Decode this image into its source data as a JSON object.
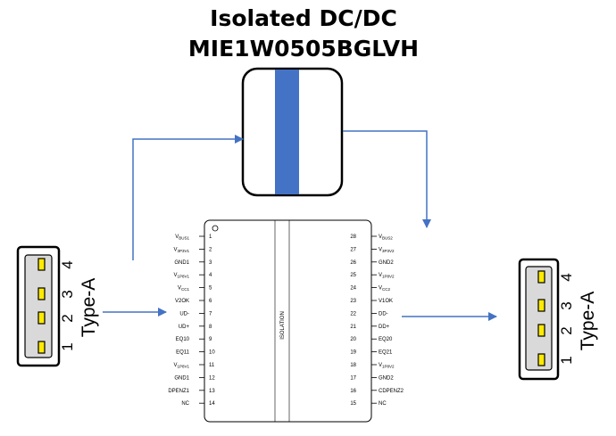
{
  "title_line1": "Isolated  DC/DC",
  "title_line2": "MIE1W0505BGLVH",
  "isolation_label": "ISOLATION",
  "left_port": {
    "type_label": "Type-A",
    "pins": [
      "1",
      "2",
      "3",
      "4"
    ]
  },
  "right_port": {
    "type_label": "Type-A",
    "pins": [
      "1",
      "2",
      "3",
      "4"
    ]
  },
  "left_pins": [
    {
      "num": "1",
      "label": "V",
      "sub": "BUS1"
    },
    {
      "num": "2",
      "label": "V",
      "sub": "3P3V1"
    },
    {
      "num": "3",
      "label": "GND1",
      "sub": ""
    },
    {
      "num": "4",
      "label": "V",
      "sub": "1P8V1"
    },
    {
      "num": "5",
      "label": "V",
      "sub": "CC1"
    },
    {
      "num": "6",
      "label": "V2OK",
      "sub": ""
    },
    {
      "num": "7",
      "label": "UD-",
      "sub": ""
    },
    {
      "num": "8",
      "label": "UD+",
      "sub": ""
    },
    {
      "num": "9",
      "label": "EQ10",
      "sub": ""
    },
    {
      "num": "10",
      "label": "EQ11",
      "sub": ""
    },
    {
      "num": "11",
      "label": "V",
      "sub": "1P8V1"
    },
    {
      "num": "12",
      "label": "GND1",
      "sub": ""
    },
    {
      "num": "13",
      "label": "DPENZ1",
      "sub": ""
    },
    {
      "num": "14",
      "label": "NC",
      "sub": ""
    }
  ],
  "right_pins": [
    {
      "num": "28",
      "label": "V",
      "sub": "BUS2"
    },
    {
      "num": "27",
      "label": "V",
      "sub": "3P3V2"
    },
    {
      "num": "26",
      "label": "GND2",
      "sub": ""
    },
    {
      "num": "25",
      "label": "V",
      "sub": "1P8V2"
    },
    {
      "num": "24",
      "label": "V",
      "sub": "CC2"
    },
    {
      "num": "23",
      "label": "V1OK",
      "sub": ""
    },
    {
      "num": "22",
      "label": "DD-",
      "sub": ""
    },
    {
      "num": "21",
      "label": "DD+",
      "sub": ""
    },
    {
      "num": "20",
      "label": "EQ20",
      "sub": ""
    },
    {
      "num": "19",
      "label": "EQ21",
      "sub": ""
    },
    {
      "num": "18",
      "label": "V",
      "sub": "1P8V2"
    },
    {
      "num": "17",
      "label": "GND2",
      "sub": ""
    },
    {
      "num": "16",
      "label": "CDPENZ2",
      "sub": ""
    },
    {
      "num": "15",
      "label": "NC",
      "sub": ""
    }
  ],
  "colors": {
    "arrow": "#4472C4",
    "isolation_bar": "#4472C4",
    "pin_contact": "#FFEB00",
    "port_body": "#D9D9D9"
  }
}
